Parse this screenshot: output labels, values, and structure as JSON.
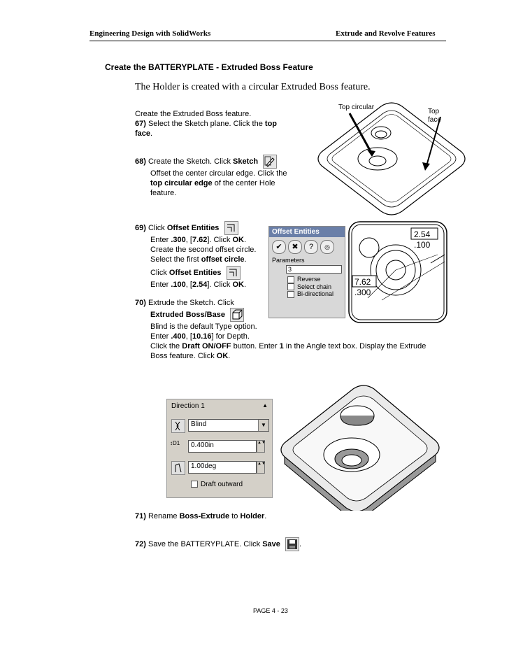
{
  "header": {
    "left": "Engineering Design with SolidWorks",
    "right": "Extrude and Revolve Features"
  },
  "section_title": "Create the BATTERYPLATE - Extruded Boss Feature",
  "intro": "The Holder is created with a circular Extruded Boss feature.",
  "step_intro": "Create the Extruded Boss feature.",
  "steps": {
    "s67": {
      "num": "67)",
      "text": "Select the Sketch plane.  Click the ",
      "bold": "top face",
      "end": "."
    },
    "s68": {
      "num": "68)",
      "l1a": "Create the Sketch.  Click ",
      "l1b": "Sketch",
      "l2": "Offset the center circular edge.  Click the",
      "l3a": "top circular edge",
      "l3b": " of the center Hole",
      "l4": "feature."
    },
    "s69": {
      "num": "69)",
      "l1a": "Click ",
      "l1b": "Offset Entities",
      "l2a": "Enter ",
      "l2b": ".300",
      "l2c": ", [",
      "l2d": "7.62",
      "l2e": "]. Click ",
      "l2f": "OK",
      "l2g": ".",
      "l3": "Create the second offset circle.",
      "l4a": "Select the first ",
      "l4b": "offset circle",
      "l4c": ".",
      "l5a": "Click ",
      "l5b": "Offset Entities",
      "l6a": "Enter ",
      "l6b": ".100",
      "l6c": ", [",
      "l6d": "2.54",
      "l6e": "].  Click ",
      "l6f": "OK",
      "l6g": "."
    },
    "s70": {
      "num": "70)",
      "l1": "Extrude the Sketch.  Click",
      "l2": "Extruded Boss/Base",
      "l3": "Blind is the default Type option.",
      "l4a": "Enter ",
      "l4b": ".400",
      "l4c": ", [",
      "l4d": "10.16",
      "l4e": "] for Depth.",
      "l5a": "Click the ",
      "l5b": "Draft ON/OFF",
      "l5c": " button.  Enter ",
      "l5d": "1",
      "l5e": " in the Angle text box.  Display the Extrude",
      "l6a": "Boss feature.  Click ",
      "l6b": "OK",
      "l6c": "."
    },
    "s71": {
      "num": "71)",
      "a": "Rename ",
      "b": "Boss-Extrude",
      "c": " to ",
      "d": "Holder",
      "e": "."
    },
    "s72": {
      "num": "72)",
      "a": "Save the BATTERYPLATE.  Click ",
      "b": "Save",
      "c": "."
    }
  },
  "fig1": {
    "label_top_circular": "Top circular",
    "label_top": "Top",
    "label_face": "face"
  },
  "offset_panel": {
    "title": "Offset Entities",
    "params_label": "Parameters",
    "value": "3",
    "options": [
      "Reverse",
      "Select chain",
      "Bi-directional"
    ]
  },
  "sketch_dims": {
    "d1": "2.54",
    "d2": ".100",
    "d3": "7.62",
    "d4": ".300"
  },
  "direction_panel": {
    "title": "Direction 1",
    "type": "Blind",
    "depth": "0.400in",
    "depth_label": "D1",
    "angle": "1.00deg",
    "draft_outward": "Draft outward"
  },
  "footer": "PAGE 4  - 23"
}
